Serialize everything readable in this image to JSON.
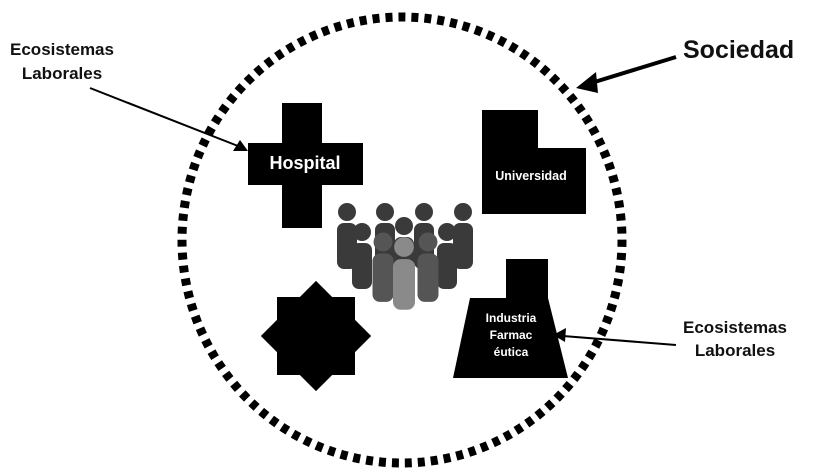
{
  "labels": {
    "society": "Sociedad",
    "ecosystem_top_left": {
      "line1": "Ecosistemas",
      "line2": "Laborales"
    },
    "ecosystem_right": {
      "line1": "Ecosistemas",
      "line2": "Laborales"
    },
    "hospital": "Hospital",
    "university": "Universidad",
    "industry": {
      "line1": "Industria",
      "line2": "Farmac",
      "line3": "éutica"
    }
  },
  "colors": {
    "ink": "#111111",
    "shape_fill": "#000000",
    "person_dark": "#3a3a3a",
    "person_mid": "#555555",
    "person_light": "#8a8a8a"
  },
  "icons": [
    "hospital-cross-icon",
    "university-building-icon",
    "factory-icon",
    "star-octagram-icon",
    "people-group-icon"
  ]
}
